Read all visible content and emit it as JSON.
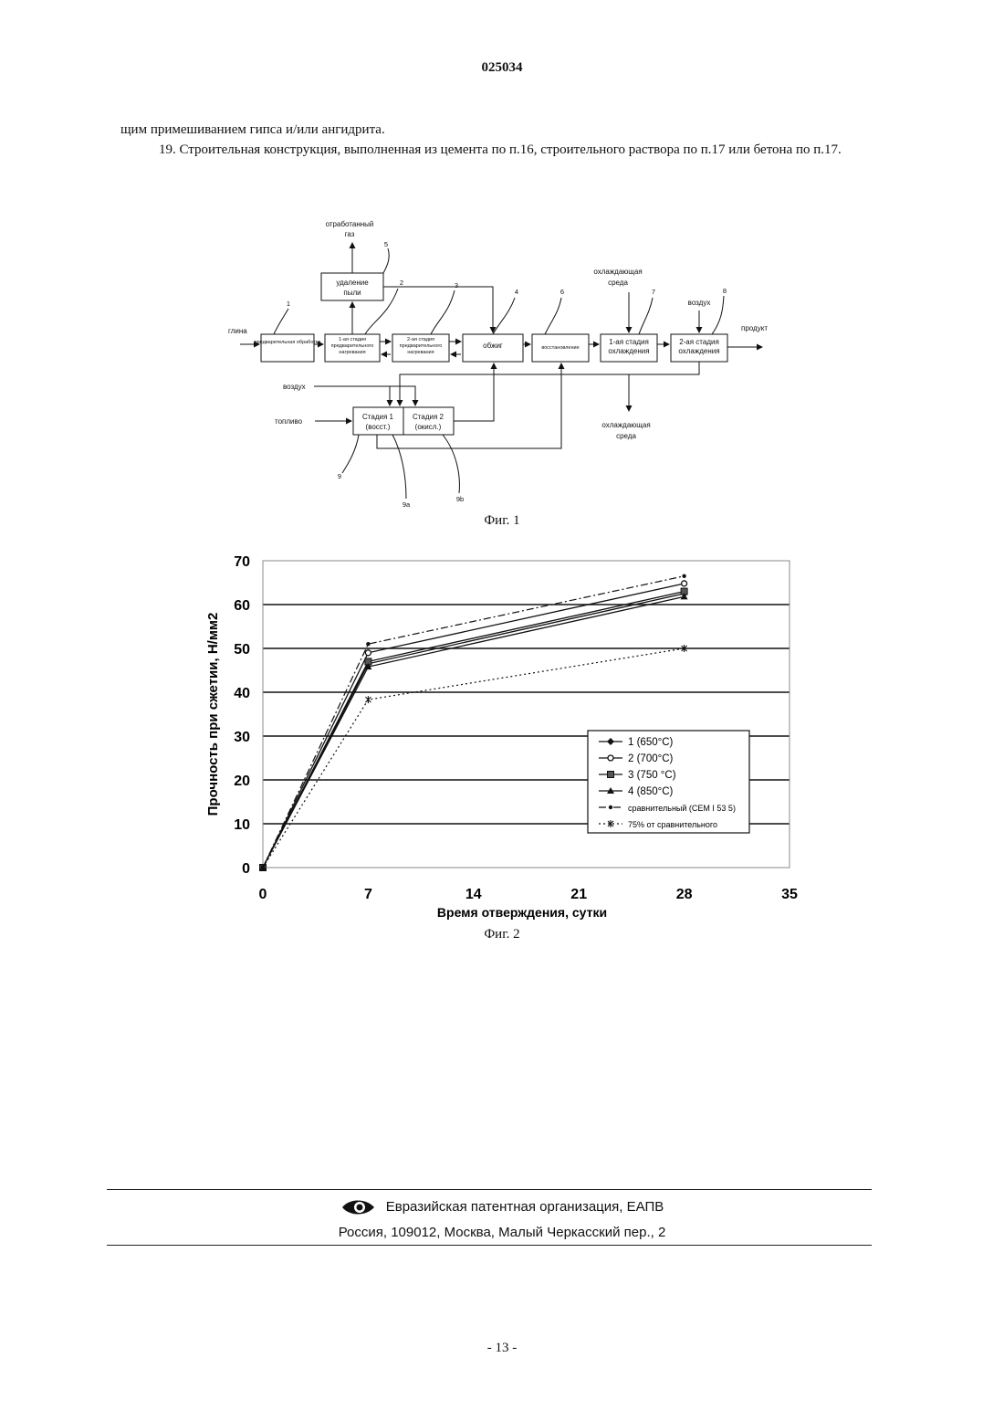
{
  "header": {
    "doc_number": "025034"
  },
  "body": {
    "paragraph_1": "щим примешиванием гипса и/или ангидрита.",
    "paragraph_2": "19. Строительная конструкция, выполненная из цемента по п.16, строительного раствора по п.17 или бетона по п.17."
  },
  "figure1": {
    "caption": "Фиг. 1",
    "boxes": {
      "pretreat": "предварительная обработка",
      "stage1_preheat": [
        "1-ая стадия",
        "предварительного",
        "нагревания"
      ],
      "stage2_preheat": [
        "2-ая стадия",
        "предварительного",
        "нагревания"
      ],
      "firing": "обжиг",
      "reduction": "восстановление",
      "cool1": [
        "1-ая стадия",
        "охлаждения"
      ],
      "cool2": [
        "2-ая стадия",
        "охлаждения"
      ],
      "dust": [
        "удаление",
        "пыли"
      ],
      "stage_a": [
        "Стадия 1",
        "(восст.)"
      ],
      "stage_b": [
        "Стадия 2",
        "(окисл.)"
      ]
    },
    "labels": {
      "clay": "глина",
      "product": "продукт",
      "exhaust_gas": [
        "отработанный",
        "газ"
      ],
      "cooling_medium_top": [
        "охлаждающая",
        "среда"
      ],
      "cooling_medium_bottom": [
        "охлаждающая",
        "среда"
      ],
      "air_top": "воздух",
      "air_left": "воздух",
      "fuel": "топливо"
    },
    "numbers": [
      "1",
      "2",
      "3",
      "4",
      "5",
      "6",
      "7",
      "8",
      "9",
      "9a",
      "9b"
    ]
  },
  "figure2": {
    "caption": "Фиг. 2"
  },
  "chart_data": {
    "type": "line",
    "title": "",
    "xlabel": "Время отверждения, сутки",
    "ylabel": "Прочность при сжетии, Н/мм2",
    "x_ticks": [
      0,
      7,
      14,
      21,
      28,
      35
    ],
    "y_ticks": [
      0,
      10,
      20,
      30,
      40,
      50,
      60,
      70
    ],
    "xlim": [
      0,
      35
    ],
    "ylim": [
      0,
      70
    ],
    "grid": "horizontal",
    "legend_position": "lower-right",
    "x": [
      0,
      7,
      28
    ],
    "series": [
      {
        "name": "1 (650°C)",
        "values": [
          0,
          46.5,
          62.5
        ],
        "marker": "diamond",
        "dash": "solid"
      },
      {
        "name": "2 (700°C)",
        "values": [
          0,
          49.0,
          64.8
        ],
        "marker": "circle",
        "dash": "solid"
      },
      {
        "name": "3 (750 °C)",
        "values": [
          0,
          47.0,
          63.0
        ],
        "marker": "square",
        "dash": "solid"
      },
      {
        "name": "4 (850°C)",
        "values": [
          0,
          45.8,
          61.8
        ],
        "marker": "triangle",
        "dash": "solid"
      },
      {
        "name": "сравнительный (CEM I 53 5)",
        "values": [
          0,
          51.0,
          66.5
        ],
        "marker": "dot",
        "dash": "dashdot"
      },
      {
        "name": "75% от сравнительного",
        "values": [
          0,
          38.3,
          50.0
        ],
        "marker": "star",
        "dash": "dotted"
      }
    ]
  },
  "footer": {
    "logo_icon": "eapo-eye-logo-icon",
    "organization": "Евразийская патентная организация, ЕАПВ",
    "address": "Россия, 109012, Москва, Малый Черкасский пер., 2"
  },
  "page_number": "- 13 -"
}
